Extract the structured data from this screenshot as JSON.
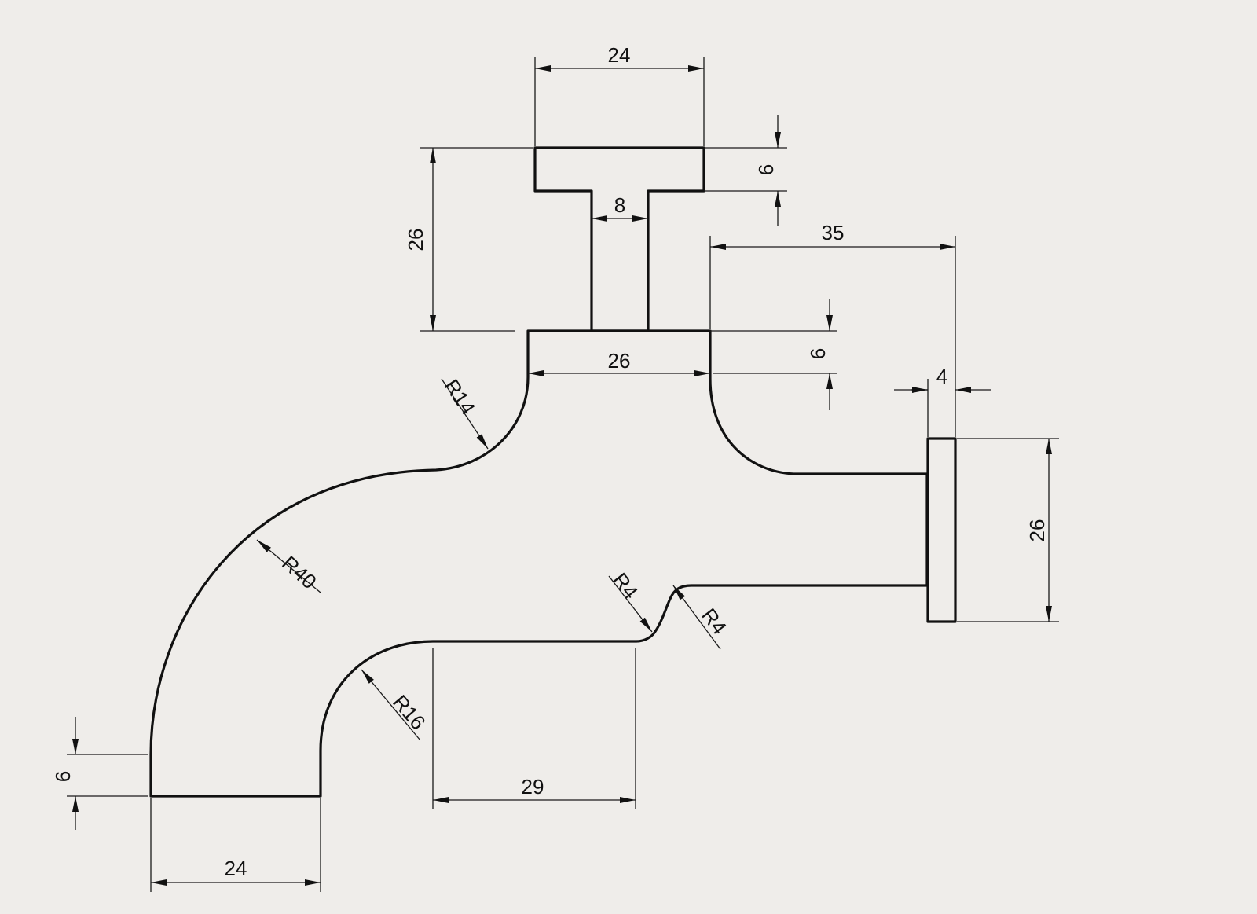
{
  "drawing": {
    "dimensions": {
      "handle_top_width": "24",
      "handle_cap_thickness": "6",
      "stem_width": "8",
      "handle_height": "26",
      "collar_width": "26",
      "collar_height": "6",
      "collar_to_flange": "35",
      "flange_thickness": "4",
      "flange_height": "26",
      "outlet_height": "6",
      "outlet_width": "24",
      "lower_straight_length": "29"
    },
    "radii": {
      "upper_fillet": "R14",
      "outer_bend": "R40",
      "inner_bend": "R16",
      "notch_left": "R4",
      "notch_right": "R4"
    }
  }
}
